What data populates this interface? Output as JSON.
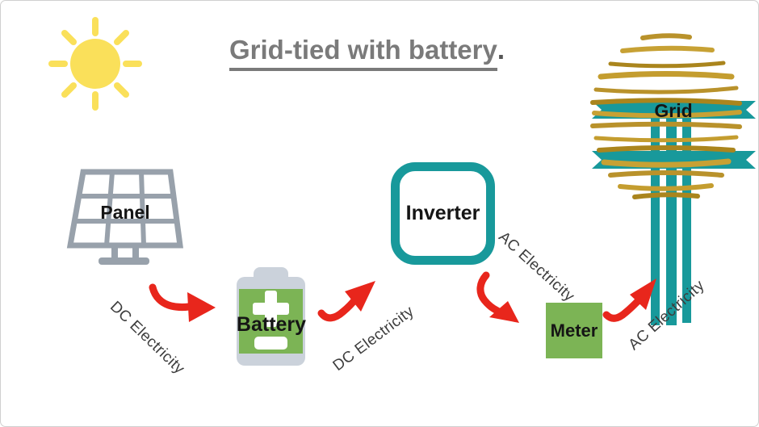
{
  "title": {
    "text": "Grid-tied with battery",
    "suffix": "."
  },
  "components": {
    "sun": {
      "icon": "sun"
    },
    "panel": {
      "label": "Panel"
    },
    "battery": {
      "label": "Battery"
    },
    "inverter": {
      "label": "Inverter"
    },
    "meter": {
      "label": "Meter"
    },
    "grid": {
      "label": "Grid"
    }
  },
  "flow_labels": [
    {
      "text": "DC Electricity",
      "from": "panel",
      "to": "battery"
    },
    {
      "text": "DC Electricity",
      "from": "battery",
      "to": "inverter"
    },
    {
      "text": "AC Electricity",
      "from": "inverter",
      "to": "meter"
    },
    {
      "text": "AC Electricity",
      "from": "meter",
      "to": "grid"
    }
  ],
  "colors": {
    "teal": "#18999b",
    "green": "#7cb455",
    "arrow_red": "#e8261c",
    "sun_yellow": "#fae05a",
    "panel_gray": "#98a1ab",
    "battery_gray": "#cbd2db",
    "gold": "#be9a2c",
    "title_gray": "#7a7a7a",
    "label_text": "#3d3d3d"
  }
}
